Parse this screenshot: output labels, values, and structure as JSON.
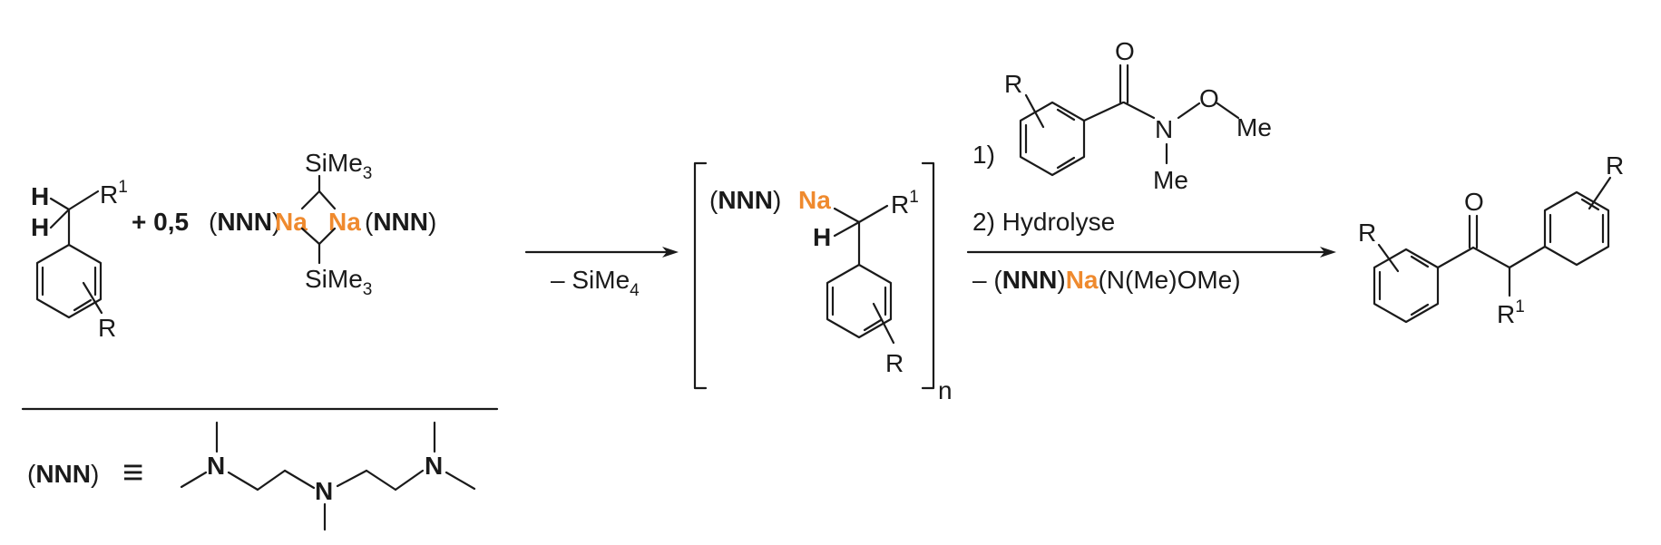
{
  "atoms": {
    "H": "H",
    "R": "R",
    "R1_base": "R",
    "sup1": "1",
    "O": "O",
    "N": "N",
    "Me": "Me",
    "OMe_O": "O",
    "OMe_Me": "Me",
    "SiMe": "SiMe",
    "sub3": "3",
    "Na": "Na",
    "NNN": "NNN",
    "open_paren": "(",
    "close_paren": ")",
    "n": "n"
  },
  "reagent": {
    "coefficient": "+ 0,5"
  },
  "arrow1": {
    "below_prefix": "– SiMe",
    "below_sub": "4"
  },
  "arrow2": {
    "step1_label": "1)",
    "step2_label": "2) Hydrolyse",
    "below_prefix": "– (",
    "below_suffix": "(N(Me)OMe)"
  },
  "legend": {
    "equiv_symbol": "≡"
  },
  "colors": {
    "sodium": "#ef8a2e",
    "ink": "#1a1a1a"
  }
}
